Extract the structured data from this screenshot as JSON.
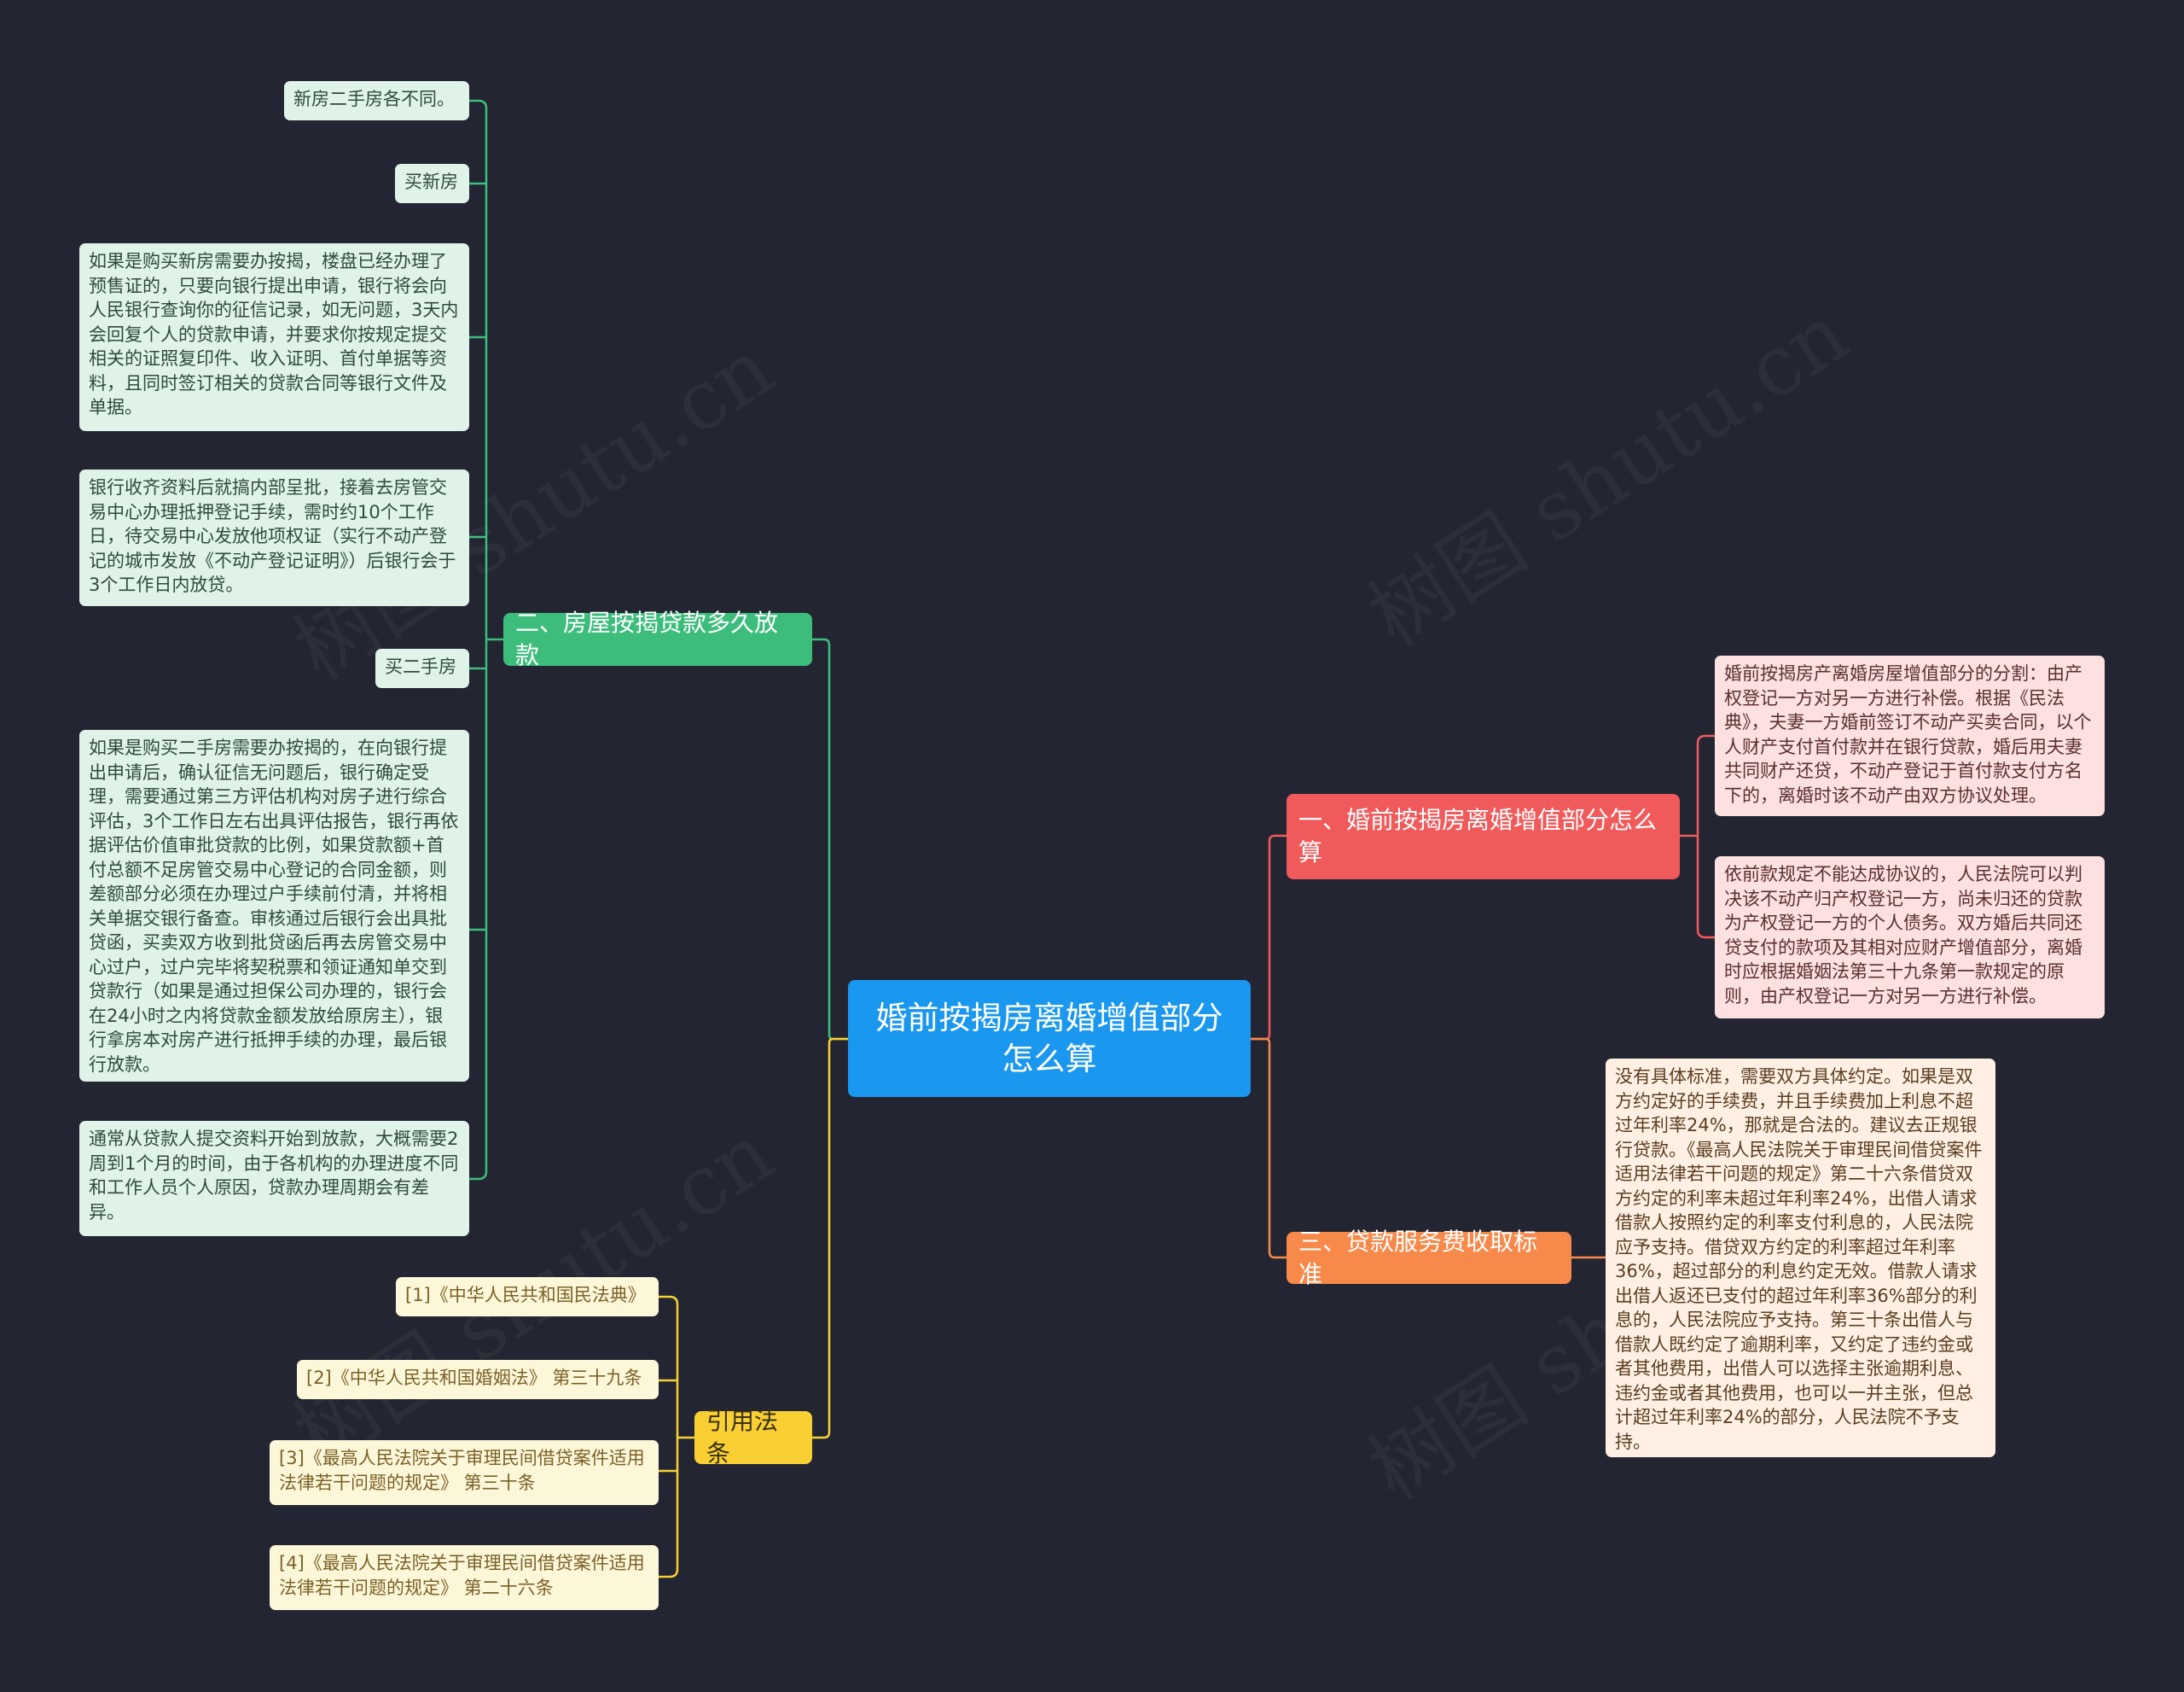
{
  "root": {
    "title": "婚前按揭房离婚增值部分怎么算"
  },
  "branches": {
    "b1": {
      "label": "一、婚前按揭房离婚增值部分怎么算",
      "items": [
        "婚前按揭房产离婚房屋增值部分的分割：由产权登记一方对另一方进行补偿。根据《民法典》，夫妻一方婚前签订不动产买卖合同，以个人财产支付首付款并在银行贷款，婚后用夫妻共同财产还贷，不动产登记于首付款支付方名下的，离婚时该不动产由双方协议处理。",
        "依前款规定不能达成协议的，人民法院可以判决该不动产归产权登记一方，尚未归还的贷款为产权登记一方的个人债务。双方婚后共同还贷支付的款项及其相对应财产增值部分，离婚时应根据婚姻法第三十九条第一款规定的原则，由产权登记一方对另一方进行补偿。"
      ]
    },
    "b2": {
      "label": "二、房屋按揭贷款多久放款",
      "items": [
        "新房二手房各不同。",
        "买新房",
        "如果是购买新房需要办按揭，楼盘已经办理了预售证的，只要向银行提出申请，银行将会向人民银行查询你的征信记录，如无问题，3天内会回复个人的贷款申请，并要求你按规定提交相关的证照复印件、收入证明、首付单据等资料，且同时签订相关的贷款合同等银行文件及单据。",
        "银行收齐资料后就搞内部呈批，接着去房管交易中心办理抵押登记手续，需时约10个工作日，待交易中心发放他项权证（实行不动产登记的城市发放《不动产登记证明》）后银行会于3个工作日内放贷。",
        "买二手房",
        "如果是购买二手房需要办按揭的，在向银行提出申请后，确认征信无问题后，银行确定受理，需要通过第三方评估机构对房子进行综合评估，3个工作日左右出具评估报告，银行再依据评估价值审批贷款的比例，如果贷款额+首付总额不足房管交易中心登记的合同金额，则差额部分必须在办理过户手续前付清，并将相关单据交银行备查。审核通过后银行会出具批贷函，买卖双方收到批贷函后再去房管交易中心过户，过户完毕将契税票和领证通知单交到贷款行（如果是通过担保公司办理的，银行会在24小时之内将贷款金额发放给原房主），银行拿房本对房产进行抵押手续的办理，最后银行放款。",
        "通常从贷款人提交资料开始到放款，大概需要2周到1个月的时间，由于各机构的办理进度不同和工作人员个人原因，贷款办理周期会有差异。"
      ]
    },
    "b3": {
      "label": "三、贷款服务费收取标准",
      "items": [
        "没有具体标准，需要双方具体约定。如果是双方约定好的手续费，并且手续费加上利息不超过年利率24%，那就是合法的。建议去正规银行贷款。《最高人民法院关于审理民间借贷案件适用法律若干问题的规定》第二十六条借贷双方约定的利率未超过年利率24%，出借人请求借款人按照约定的利率支付利息的，人民法院应予支持。借贷双方约定的利率超过年利率36%，超过部分的利息约定无效。借款人请求出借人返还已支付的超过年利率36%部分的利息的，人民法院应予支持。第三十条出借人与借款人既约定了逾期利率，又约定了违约金或者其他费用，出借人可以选择主张逾期利息、违约金或者其他费用，也可以一并主张，但总计超过年利率24%的部分，人民法院不予支持。"
      ]
    },
    "b4": {
      "label": "引用法条",
      "items": [
        "[1]《中华人民共和国民法典》",
        "[2]《中华人民共和国婚姻法》 第三十九条",
        "[3]《最高人民法院关于审理民间借贷案件适用法律若干问题的规定》 第三十条",
        "[4]《最高人民法院关于审理民间借贷案件适用法律若干问题的规定》 第二十六条"
      ]
    }
  },
  "watermark": "树图 shutu.cn",
  "colors": {
    "background": "#232632",
    "root": "#1a97ee",
    "green": "#3dbd7c",
    "red": "#f05a5b",
    "orange": "#f7894a",
    "yellow": "#f9cf34"
  }
}
